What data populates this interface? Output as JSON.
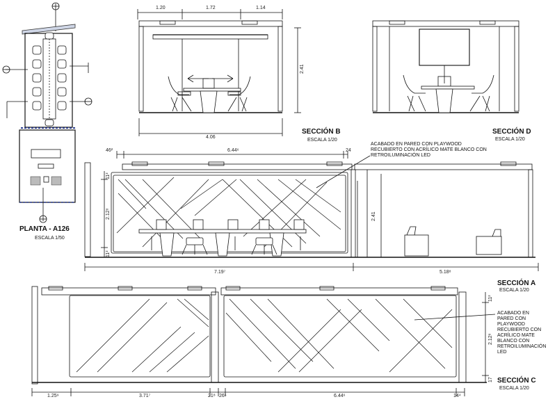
{
  "views": {
    "planta": {
      "title": "PLANTA - A126",
      "scale": "ESCALA 1/50"
    },
    "seccion_b": {
      "title": "SECCIÓN B",
      "scale": "ESCALA 1/20"
    },
    "seccion_d": {
      "title": "SECCIÓN D",
      "scale": "ESCALA 1/20"
    },
    "seccion_a": {
      "title": "SECCIÓN A",
      "scale": "ESCALA 1/20"
    },
    "seccion_c": {
      "title": "SECCIÓN C",
      "scale": "ESCALA 1/20"
    }
  },
  "notes": {
    "finish_a": "ACABADO EN PARED CON PLAYWOOD RECUBIERTO CON ACRÍLICO MATE BLANCO CON RETROILUMINACIÓN LED",
    "finish_c": "ACABADO EN PARED CON PLAYWOOD RECUBIERTO CON ACRÍLICO MATE BLANCO CON RETROILUMINACIÓN LED"
  },
  "dimensions": {
    "b_top_left": "1.20",
    "b_top_mid": "1.72",
    "b_top_right": "1.14",
    "b_height": "2.41",
    "b_bottom": "4.06",
    "a_top_left": "46²",
    "a_top_mid": "6.44⁶",
    "a_top_right": "24",
    "a_left_top": "11²",
    "a_left_mid": "2.12⁸",
    "a_left_bottom": "11²",
    "a_height_right": "2.41",
    "a_bottom_left": "7.19⁷",
    "a_bottom_right": "5.18⁸",
    "c_right_top": "11²",
    "c_right_mid": "2.12⁸",
    "c_right_bottom": "17",
    "c_bottom_1": "1.25⁹",
    "c_bottom_2": "3.71⁷",
    "c_bottom_3": "21⁸",
    "c_bottom_4": "26⁵",
    "c_bottom_5": "6.44⁶",
    "c_bottom_6": "14⁴"
  }
}
